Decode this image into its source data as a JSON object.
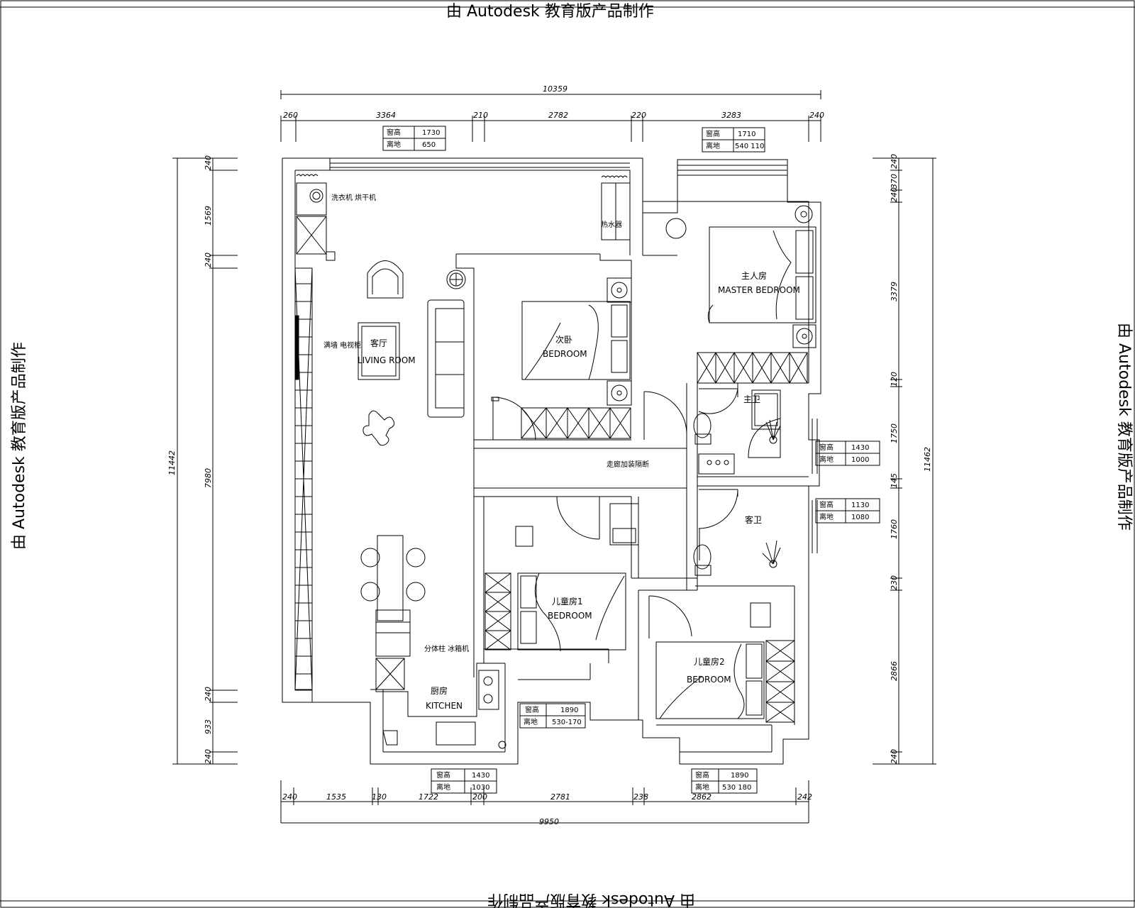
{
  "watermark": "由 Autodesk 教育版产品制作",
  "dimensions": {
    "top_total": "10359",
    "top": [
      "260",
      "3364",
      "210",
      "2782",
      "220",
      "3283",
      "240"
    ],
    "bottom_total": "9950",
    "bottom": [
      "240",
      "1535",
      "130",
      "1722",
      "200",
      "2781",
      "238",
      "2862",
      "242"
    ],
    "left_total": "11442",
    "left": [
      "240",
      "1569",
      "240",
      "7980",
      "240",
      "933",
      "240"
    ],
    "right_total": "11462",
    "right": [
      "240",
      "370",
      "240",
      "3379",
      "120",
      "1750",
      "145",
      "1760",
      "230",
      "2866",
      "240"
    ]
  },
  "windows": [
    {
      "r1k": "窗高",
      "r1v": "1730",
      "r2k": "离地",
      "r2v": "650"
    },
    {
      "r1k": "窗高",
      "r1v": "1710",
      "r2k": "离地",
      "r2v": "540 110"
    },
    {
      "r1k": "窗高",
      "r1v": "1430",
      "r2k": "离地",
      "r2v": "1000"
    },
    {
      "r1k": "窗高",
      "r1v": "1130",
      "r2k": "离地",
      "r2v": "1080"
    },
    {
      "r1k": "窗高",
      "r1v": "1890",
      "r2k": "离地",
      "r2v": "530-170"
    },
    {
      "r1k": "窗高",
      "r1v": "1430",
      "r2k": "离地",
      "r2v": "1030"
    },
    {
      "r1k": "窗高",
      "r1v": "1890",
      "r2k": "离地",
      "r2v": "530 180"
    }
  ],
  "rooms": {
    "living_cn": "客厅",
    "living_en": "LIVING ROOM",
    "second_cn": "次卧",
    "second_en": "BEDROOM",
    "master_cn": "主人房",
    "master_en": "MASTER BEDROOM",
    "master_bath": "主卫",
    "guest_bath": "客卫",
    "kid1_cn": "儿童房1",
    "kid1_en": "BEDROOM",
    "kid2_cn": "儿童房2",
    "kid2_en": "BEDROOM",
    "kitchen_cn": "厨房",
    "kitchen_en": "KITCHEN"
  },
  "notes": {
    "cabinet": "满墙 电视柜",
    "washer": "洗衣机 烘干机",
    "heater": "热水器",
    "fridge": "分体柱 冰箱机",
    "hall": "走廊加装隔断"
  }
}
